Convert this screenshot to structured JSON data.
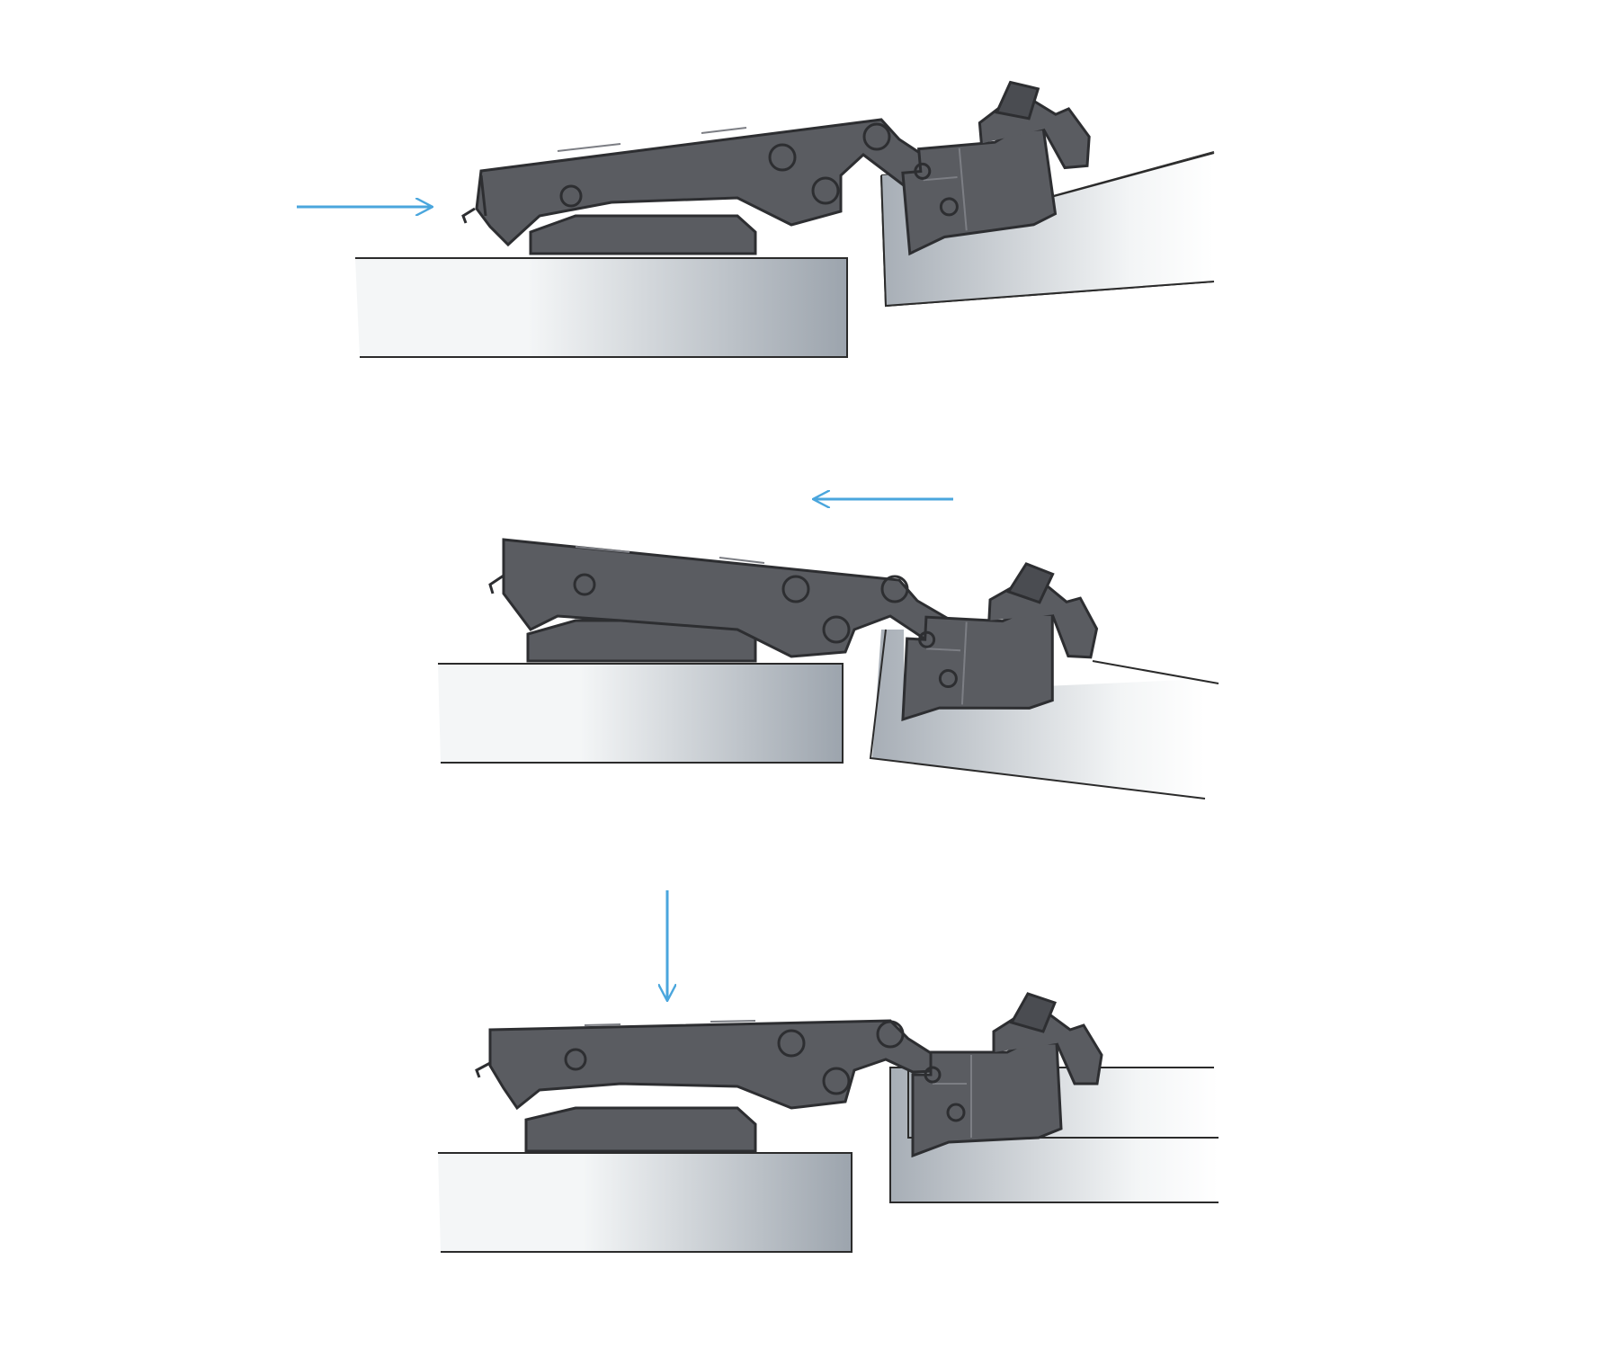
{
  "diagram": {
    "description_steps": [
      {
        "id": "step-1",
        "arrow_direction": "right"
      },
      {
        "id": "step-2",
        "arrow_direction": "left"
      },
      {
        "id": "step-3",
        "arrow_direction": "down"
      }
    ],
    "colors": {
      "background": "#ffffff",
      "arrow": "#4aa6dd",
      "hinge_fill": "#5a5c61",
      "hinge_stroke": "#2d2e31",
      "hinge_detail": "#7c7e84",
      "board_light": "#f3f5f6",
      "board_dark": "#9aa2ab",
      "board_stroke": "#2b2b2b"
    }
  }
}
